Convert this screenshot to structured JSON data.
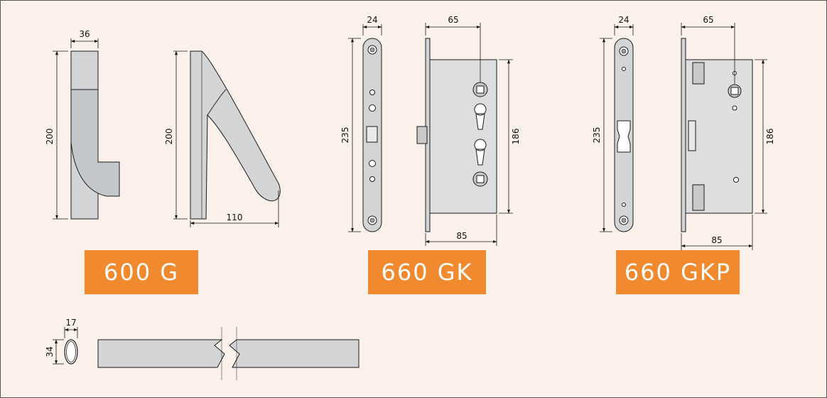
{
  "colors": {
    "background": "#fbf1ea",
    "label_bg": "#f1892e",
    "metal": "#d2d4d6",
    "metal_dark": "#9ea1a4",
    "line": "#1a1a1a"
  },
  "labels": {
    "g600": "600 G",
    "gk660": "660 GK",
    "gkp660": "660 GKP"
  },
  "dims": {
    "handle_front_width": "36",
    "handle_front_height": "200",
    "handle_side_height": "200",
    "handle_side_projection": "110",
    "gk_faceplate_width": "24",
    "gk_faceplate_height": "235",
    "gk_backset": "65",
    "gk_case_height": "186",
    "gk_case_depth": "85",
    "gkp_faceplate_width": "24",
    "gkp_faceplate_height": "235",
    "gkp_backset": "65",
    "gkp_case_height": "186",
    "gkp_case_depth": "85",
    "bar_section_width": "17",
    "bar_section_height": "34"
  }
}
